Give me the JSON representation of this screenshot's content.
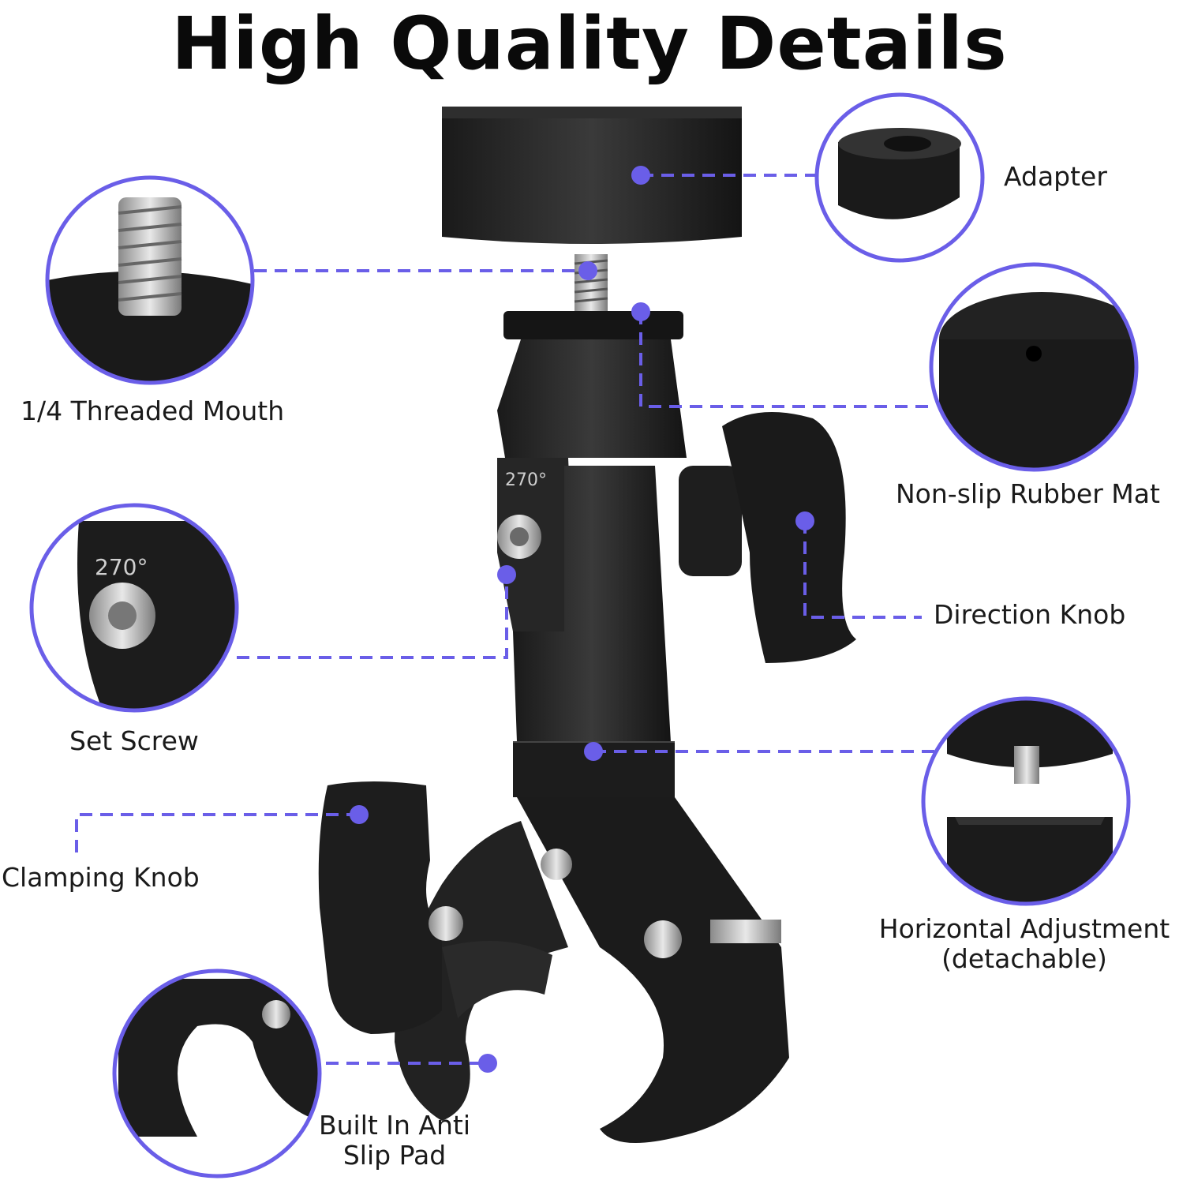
{
  "title": "High Quality Details",
  "accent_color": "#6a5ee8",
  "callouts": {
    "adapter": "Adapter",
    "threaded_mouth": "1/4 Threaded Mouth",
    "rubber_mat": "Non-slip Rubber Mat",
    "direction_knob": "Direction Knob",
    "set_screw": "Set Screw",
    "horizontal_adjustment_line1": "Horizontal Adjustment",
    "horizontal_adjustment_line2": "(detachable)",
    "clamping_knob": "Clamping Knob",
    "anti_slip_line1": "Built In Anti",
    "anti_slip_line2": "Slip Pad"
  },
  "badge_text": "270°"
}
